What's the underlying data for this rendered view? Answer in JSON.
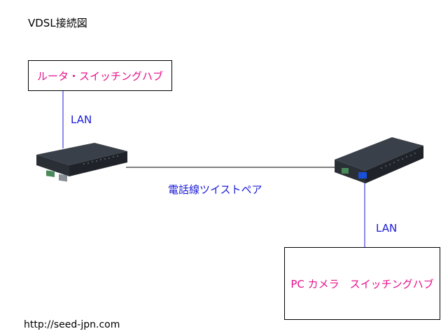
{
  "diagram": {
    "title": "VDSL接続図",
    "router_box_label": "ルータ・スイッチングハブ",
    "camera_box_label": "PC カメラ　スイッチングハブ",
    "lan_label_left": "LAN",
    "lan_label_right": "LAN",
    "twisted_pair_label": "電話線ツイストペア",
    "source_url": "http://seed-jpn.com"
  },
  "colors": {
    "box_text": "#e8108c",
    "link_text": "#1a1ad8",
    "lan_cable": "#1a1ad8",
    "phone_line": "#000000",
    "device_body": "#2b2f36"
  }
}
